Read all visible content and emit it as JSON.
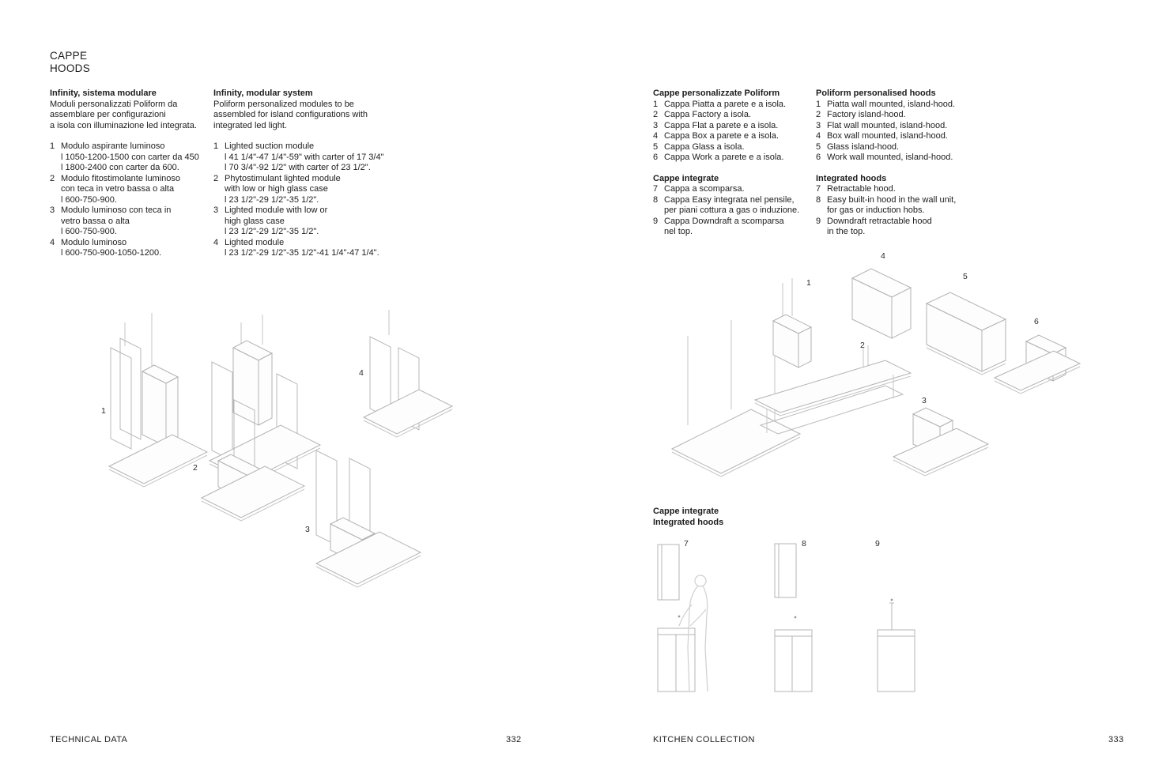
{
  "page": {
    "title_lines": [
      "CAPPE",
      "HOODS"
    ]
  },
  "columns": {
    "col1": {
      "heading": "Infinity, sistema modulare",
      "intro_lines": [
        "Moduli personalizzati Poliform da",
        "assemblare per configurazioni",
        "a isola con illuminazione led integrata."
      ],
      "items": [
        {
          "num": "1",
          "lines": [
            "Modulo aspirante luminoso",
            "l 1050-1200-1500 con carter da 450",
            "l 1800-2400 con carter da 600."
          ]
        },
        {
          "num": "2",
          "lines": [
            "Modulo fitostimolante luminoso",
            "con teca in vetro bassa o alta",
            "l 600-750-900."
          ]
        },
        {
          "num": "3",
          "lines": [
            "Modulo luminoso con teca in",
            "vetro bassa o alta",
            "l 600-750-900."
          ]
        },
        {
          "num": "4",
          "lines": [
            "Modulo luminoso",
            "l 600-750-900-1050-1200."
          ]
        }
      ]
    },
    "col2": {
      "heading": "Infinity, modular system",
      "intro_lines": [
        "Poliform personalized modules to be",
        "assembled for island configurations with",
        "integrated led light."
      ],
      "items": [
        {
          "num": "1",
          "lines": [
            "Lighted suction module",
            "l 41 1/4\"-47 1/4\"-59\" with carter of 17 3/4\"",
            "l 70 3/4\"-92 1/2\" with carter of 23 1/2\"."
          ]
        },
        {
          "num": "2",
          "lines": [
            "Phytostimulant lighted module",
            "with low or high glass case",
            "l 23 1/2\"-29 1/2\"-35 1/2\"."
          ]
        },
        {
          "num": "3",
          "lines": [
            "Lighted module with low or",
            "high glass case",
            "l 23 1/2\"-29 1/2\"-35 1/2\"."
          ]
        },
        {
          "num": "4",
          "lines": [
            "Lighted module",
            "l 23 1/2\"-29 1/2\"-35 1/2\"-41 1/4\"-47 1/4\"."
          ]
        }
      ]
    },
    "col3": {
      "heading1": "Cappe personalizzate Poliform",
      "items1": [
        {
          "num": "1",
          "lines": [
            "Cappa Piatta a parete e a isola."
          ]
        },
        {
          "num": "2",
          "lines": [
            "Cappa Factory a isola."
          ]
        },
        {
          "num": "3",
          "lines": [
            "Cappa Flat a parete e a isola."
          ]
        },
        {
          "num": "4",
          "lines": [
            "Cappa Box a parete e a isola."
          ]
        },
        {
          "num": "5",
          "lines": [
            "Cappa Glass a isola."
          ]
        },
        {
          "num": "6",
          "lines": [
            "Cappa Work a parete e a isola."
          ]
        }
      ],
      "heading2": "Cappe integrate",
      "items2": [
        {
          "num": "7",
          "lines": [
            "Cappa a scomparsa."
          ]
        },
        {
          "num": "8",
          "lines": [
            "Cappa Easy integrata nel pensile,",
            "per piani cottura a gas o induzione."
          ]
        },
        {
          "num": "9",
          "lines": [
            "Cappa Downdraft a scomparsa",
            "nel top."
          ]
        }
      ]
    },
    "col4": {
      "heading1": "Poliform personalised hoods",
      "items1": [
        {
          "num": "1",
          "lines": [
            "Piatta wall mounted, island-hood."
          ]
        },
        {
          "num": "2",
          "lines": [
            "Factory island-hood."
          ]
        },
        {
          "num": "3",
          "lines": [
            "Flat wall mounted, island-hood."
          ]
        },
        {
          "num": "4",
          "lines": [
            "Box wall mounted, island-hood."
          ]
        },
        {
          "num": "5",
          "lines": [
            "Glass island-hood."
          ]
        },
        {
          "num": "6",
          "lines": [
            "Work wall mounted, island-hood."
          ]
        }
      ],
      "heading2": "Integrated hoods",
      "items2": [
        {
          "num": "7",
          "lines": [
            "Retractable hood."
          ]
        },
        {
          "num": "8",
          "lines": [
            "Easy built-in hood in the wall unit,",
            "for gas or induction hobs."
          ]
        },
        {
          "num": "9",
          "lines": [
            "Downdraft retractable hood",
            "in the top."
          ]
        }
      ]
    }
  },
  "figures": {
    "left_labels": [
      "1",
      "2",
      "3",
      "4"
    ],
    "right_labels": [
      "1",
      "2",
      "3",
      "4",
      "5",
      "6"
    ],
    "integrated_heading": [
      "Cappe integrate",
      "Integrated hoods"
    ],
    "integrated_labels": [
      "7",
      "8",
      "9"
    ]
  },
  "footer": {
    "left": "TECHNICAL DATA",
    "page_left": "332",
    "right": "KITCHEN COLLECTION",
    "page_right": "333"
  }
}
